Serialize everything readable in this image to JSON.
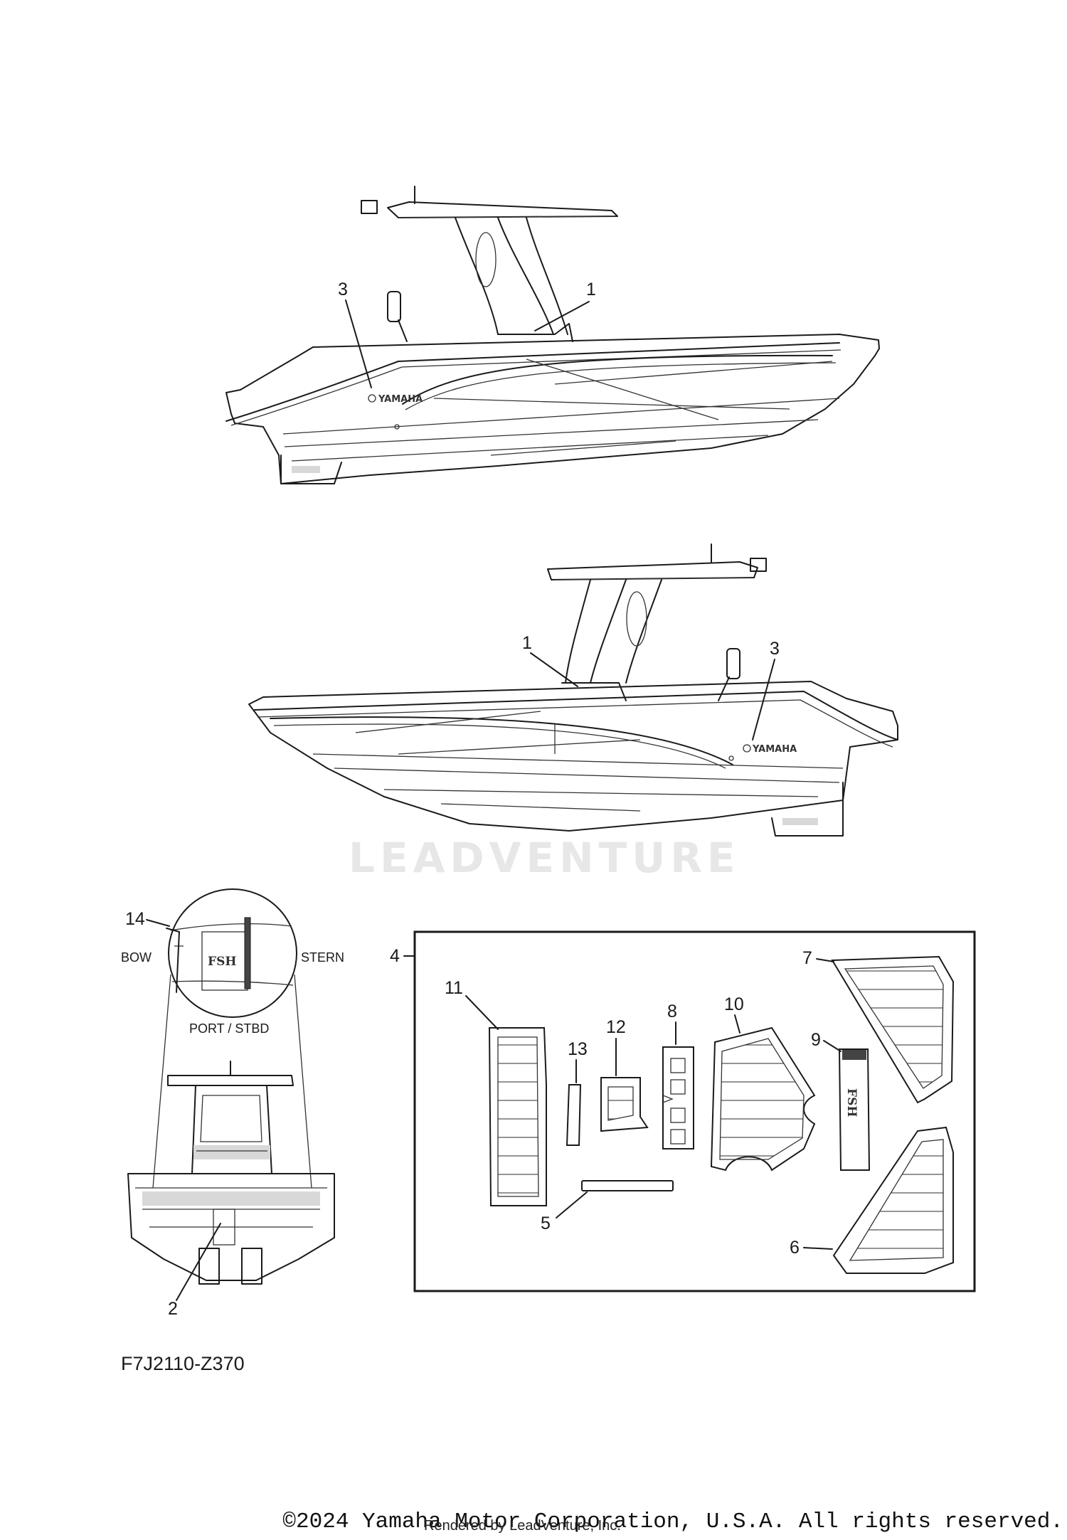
{
  "watermark": "LEADVENTURE",
  "diagram_code": "F7J2110-Z370",
  "copyright": "©2024 Yamaha Motor Corporation, U.S.A. All rights reserved.",
  "rendered_by": "Rendered by LeadVenture, Inc.",
  "detail_labels": {
    "bow": "BOW",
    "stern": "STERN",
    "port_stbd": "PORT / STBD"
  },
  "decal_text": {
    "brand": "YAMAHA",
    "fsh": "FSH"
  },
  "callouts": {
    "top_view_1": "1",
    "top_view_3": "3",
    "lower_view_1": "1",
    "lower_view_3": "3",
    "rear_2": "2",
    "detail_14": "14",
    "kit_4": "4",
    "kit_5": "5",
    "kit_6": "6",
    "kit_7": "7",
    "kit_8": "8",
    "kit_9": "9",
    "kit_10": "10",
    "kit_11": "11",
    "kit_12": "12",
    "kit_13": "13"
  }
}
